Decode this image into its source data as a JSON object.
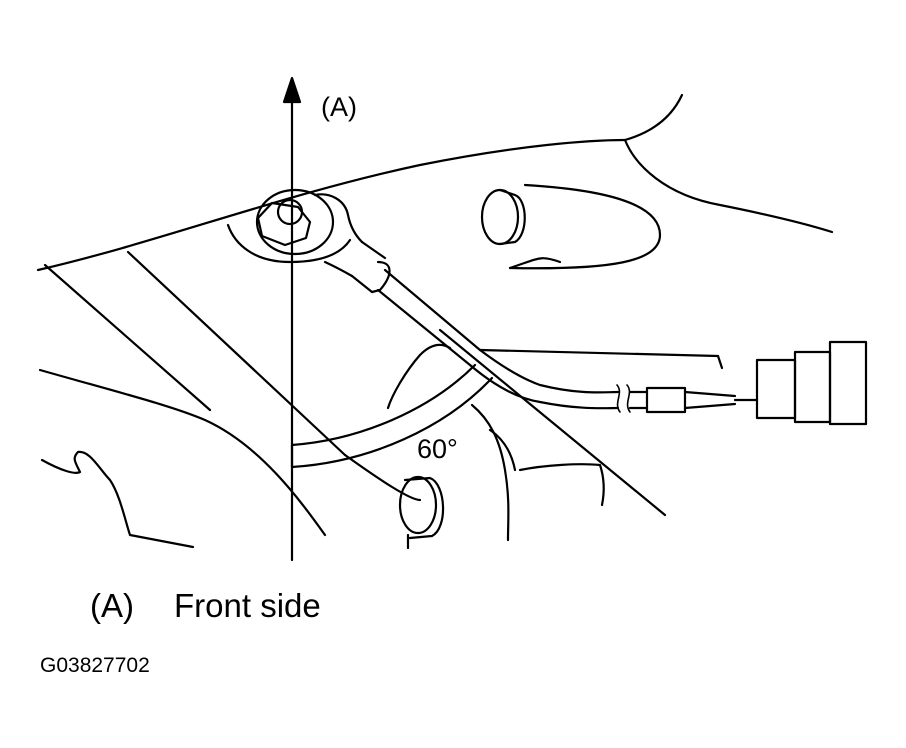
{
  "diagram": {
    "axis_label": "(A)",
    "angle_label": "60°",
    "legend_key": "(A)",
    "legend_text": "Front side",
    "figure_code": "G03827702"
  }
}
